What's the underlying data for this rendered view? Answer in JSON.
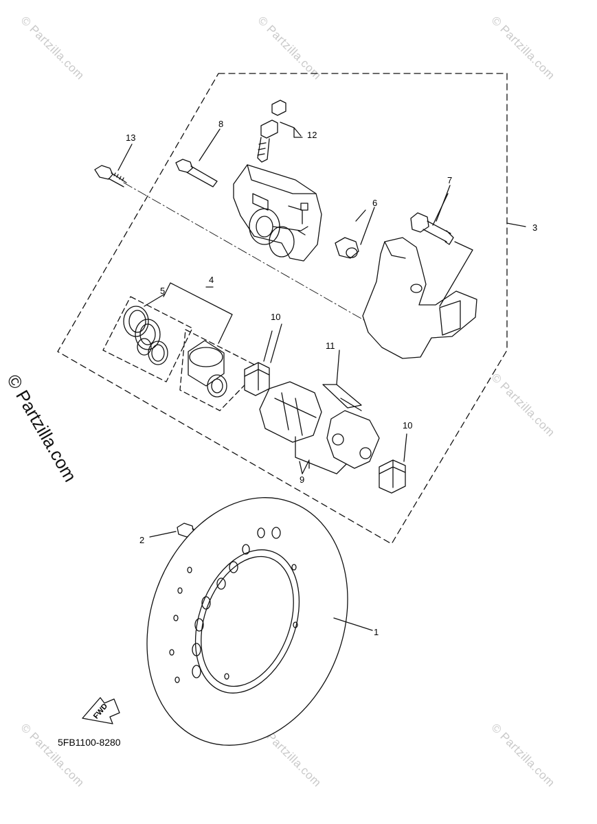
{
  "watermark": {
    "text": "© Partzilla.com"
  },
  "callouts": {
    "c1": "1",
    "c2": "2",
    "c3": "3",
    "c4": "4",
    "c5": "5",
    "c6": "6",
    "c7": "7",
    "c8": "8",
    "c9": "9",
    "c10a": "10",
    "c10b": "10",
    "c11": "11",
    "c12": "12",
    "c13": "13"
  },
  "fwd_label": "FWD",
  "diagram_code": "5FB1100-8280"
}
